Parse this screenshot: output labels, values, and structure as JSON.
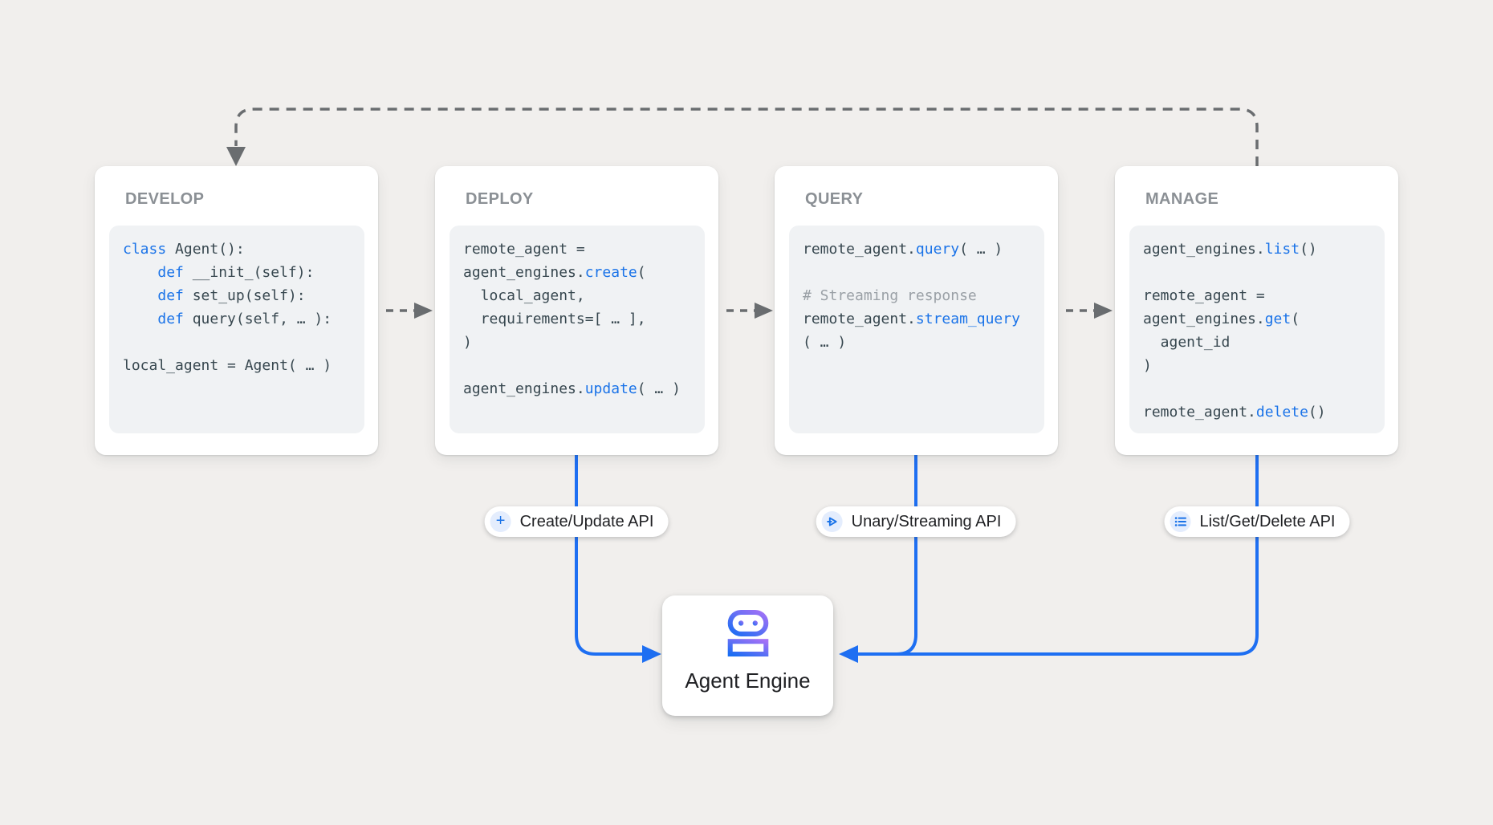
{
  "diagram": {
    "stages": [
      {
        "title": "DEVELOP",
        "code": [
          [
            [
              "kw",
              "class"
            ],
            [
              "pl",
              " Agent():"
            ]
          ],
          [
            [
              "pl",
              "    "
            ],
            [
              "kw",
              "def"
            ],
            [
              "pl",
              " __init_(self):"
            ]
          ],
          [
            [
              "pl",
              "    "
            ],
            [
              "kw",
              "def"
            ],
            [
              "pl",
              " set_up(self):"
            ]
          ],
          [
            [
              "pl",
              "    "
            ],
            [
              "kw",
              "def"
            ],
            [
              "pl",
              " query(self, … ):"
            ]
          ],
          [],
          [
            [
              "pl",
              "local_agent = Agent( … )"
            ]
          ]
        ]
      },
      {
        "title": "DEPLOY",
        "code": [
          [
            [
              "pl",
              "remote_agent ="
            ]
          ],
          [
            [
              "pl",
              "agent_engines."
            ],
            [
              "kw",
              "create"
            ],
            [
              "pl",
              "("
            ]
          ],
          [
            [
              "pl",
              "  local_agent,"
            ]
          ],
          [
            [
              "pl",
              "  requirements=[ … ],"
            ]
          ],
          [
            [
              "pl",
              ")"
            ]
          ],
          [],
          [
            [
              "pl",
              "agent_engines."
            ],
            [
              "kw",
              "update"
            ],
            [
              "pl",
              "( … )"
            ]
          ]
        ]
      },
      {
        "title": "QUERY",
        "code": [
          [
            [
              "pl",
              "remote_agent."
            ],
            [
              "kw",
              "query"
            ],
            [
              "pl",
              "( … )"
            ]
          ],
          [],
          [
            [
              "cm",
              "# Streaming response"
            ]
          ],
          [
            [
              "pl",
              "remote_agent."
            ],
            [
              "kw",
              "stream_query"
            ]
          ],
          [
            [
              "pl",
              "( … )"
            ]
          ]
        ]
      },
      {
        "title": "MANAGE",
        "code": [
          [
            [
              "pl",
              "agent_engines."
            ],
            [
              "kw",
              "list"
            ],
            [
              "pl",
              "()"
            ]
          ],
          [],
          [
            [
              "pl",
              "remote_agent ="
            ]
          ],
          [
            [
              "pl",
              "agent_engines."
            ],
            [
              "kw",
              "get"
            ],
            [
              "pl",
              "("
            ]
          ],
          [
            [
              "pl",
              "  agent_id"
            ]
          ],
          [
            [
              "pl",
              ")"
            ]
          ],
          [],
          [
            [
              "pl",
              "remote_agent."
            ],
            [
              "kw",
              "delete"
            ],
            [
              "pl",
              "()"
            ]
          ]
        ]
      }
    ],
    "api_pills": [
      {
        "icon": "plus-icon",
        "label": "Create/Update API"
      },
      {
        "icon": "send-icon",
        "label": "Unary/Streaming API"
      },
      {
        "icon": "list-icon",
        "label": "List/Get/Delete API"
      }
    ],
    "engine": {
      "label": "Agent Engine",
      "icon": "robot-icon"
    },
    "colors": {
      "accent_blue": "#1e6ff2",
      "keyword_blue": "#1a73e8",
      "code_text": "#37474f",
      "comment_gray": "#9aa0a6",
      "connector_gray": "#6a6d70",
      "robot_gradient_blue": "#1b6ef3",
      "robot_gradient_purple": "#a471f6"
    }
  }
}
